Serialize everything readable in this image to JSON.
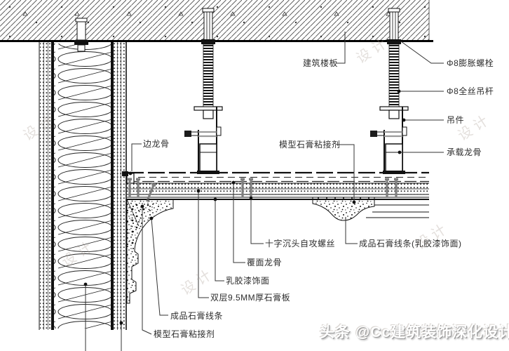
{
  "labels": {
    "floor_slab": "建筑楼板",
    "expansion_bolt": "Φ8膨胀螺栓",
    "full_thread_rod": "Φ8全丝吊杆",
    "hanger": "吊件",
    "load_bearing_keel": "承载龙骨",
    "edge_keel": "边龙骨",
    "model_gypsum_adhesive_top": "模型石膏粘接剂",
    "cross_screw": "十字沉头自攻螺丝",
    "finished_gypsum_molding_paint": "成品石膏线条(乳胶漆饰面)",
    "covering_keel": "覆面龙骨",
    "latex_paint_finish": "乳胶漆饰面",
    "double_gypsum_board": "双层9.5MM厚石膏板",
    "finished_gypsum_molding": "成品石膏线条",
    "model_gypsum_adhesive_bottom": "模型石膏粘接剂"
  },
  "watermarks": {
    "byline": "头条 @Cc建筑装饰深化设计",
    "diagonal": "设计"
  },
  "colors": {
    "line": "#1a1a1a",
    "leader": "#333333",
    "screw_gray": "#7f7f7f",
    "byline_shadow": "#9a9a9a"
  }
}
